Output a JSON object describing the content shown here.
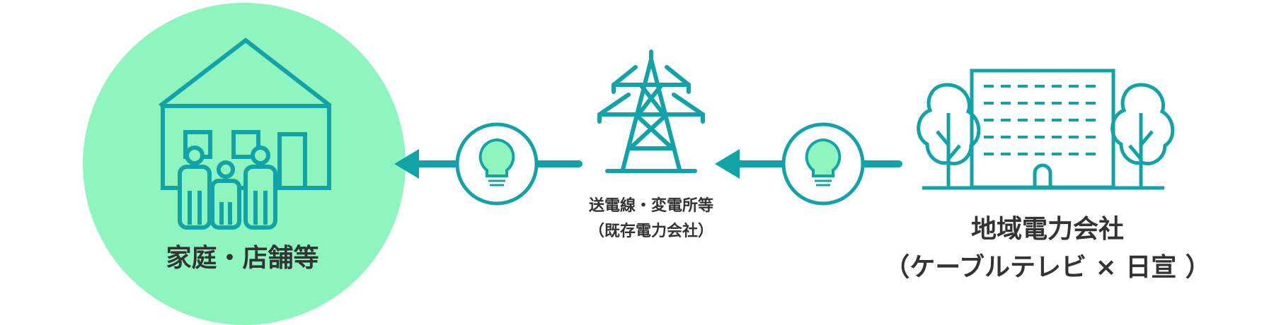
{
  "colors": {
    "teal": "#11a3a8",
    "mint_circle": "#8df5bd",
    "bulb_fill": "#8df5bd",
    "text": "#333333",
    "background": "#ffffff"
  },
  "home": {
    "label": "家庭・店舗等",
    "icon": "house-with-family-icon"
  },
  "grid": {
    "label_line1": "送電線・変電所等",
    "label_line2": "（既存電力会社）",
    "icon": "transmission-tower-icon"
  },
  "company": {
    "label_line1": "地域電力会社",
    "label_line2": "（ケーブルテレビ × 日宣 ）",
    "icon": "office-building-with-trees-icon"
  },
  "flow": {
    "direction": "right-to-left",
    "connector_icon": "lightbulb-icon",
    "arrow_icon": "arrow-left-icon"
  }
}
